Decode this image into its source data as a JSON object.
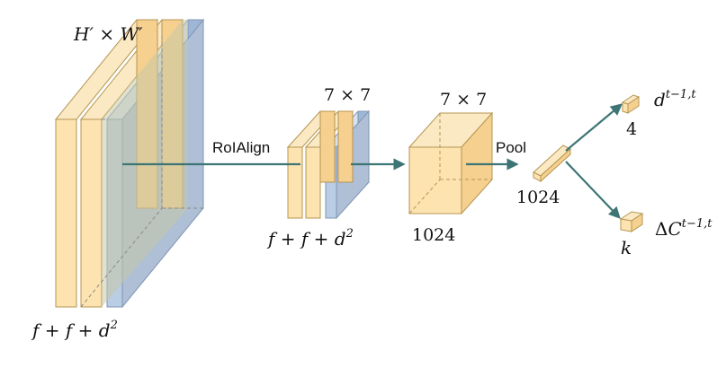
{
  "colors": {
    "yellow_face": "#fde3b0",
    "yellow_top": "#fbe9c4",
    "yellow_side": "#f6d08f",
    "yellow_edge": "#b59550",
    "blue_face": "#b9cde4",
    "blue_side": "#9fb7d6",
    "blue_edge": "#7f95b4",
    "arrow": "#3c7574",
    "text": "#111111"
  },
  "labels": {
    "input_size": "H′ × W′",
    "input_channels": "f + f + d",
    "input_channels_sup": "2",
    "roialign": "RoIAlign",
    "roi_size": "7 × 7",
    "roi_channels": "f + f + d",
    "roi_channels_sup": "2",
    "fc_size": "7 × 7",
    "fc_channels": "1024",
    "pool": "Pool",
    "pool_channels": "1024",
    "out1_dim": "4",
    "out1_name": "d",
    "out1_sup": "t−1,t",
    "out2_dim": "k",
    "out2_prefix": "Δ",
    "out2_name": "C",
    "out2_sup": "t−1,t"
  }
}
